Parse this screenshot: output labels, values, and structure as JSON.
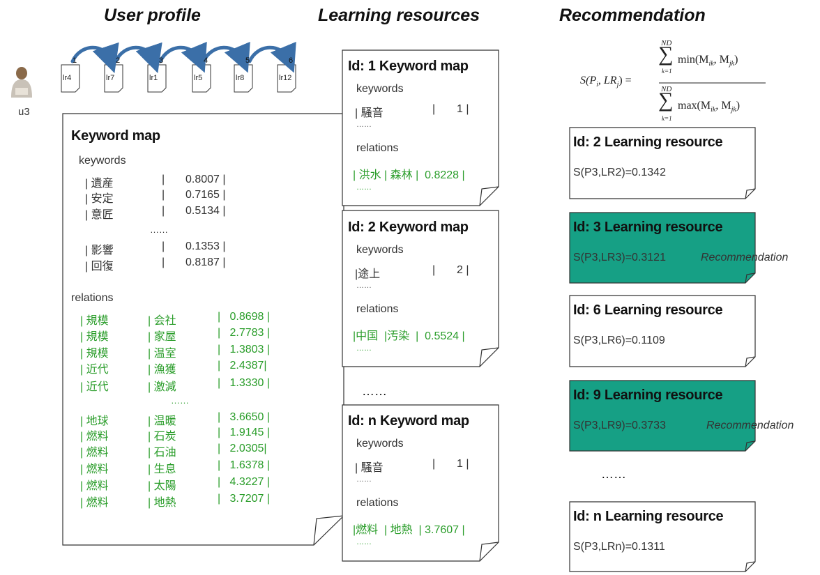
{
  "titles": {
    "user_profile": "User profile",
    "learning_resources": "Learning resources",
    "recommendation": "Recommendation"
  },
  "user": {
    "name": "u3",
    "avatar_icon": "person-icon"
  },
  "sequence": [
    {
      "num": "1",
      "doc": "lr4"
    },
    {
      "num": "2",
      "doc": "lr7"
    },
    {
      "num": "3",
      "doc": "lr1"
    },
    {
      "num": "4",
      "doc": "lr5"
    },
    {
      "num": "5",
      "doc": "lr8"
    },
    {
      "num": "6",
      "doc": "lr12"
    }
  ],
  "profile_map": {
    "title": "Keyword map",
    "keywords_label": "keywords",
    "keywords": [
      {
        "term": "| 遺産",
        "sep": "|",
        "value": "0.8007 |"
      },
      {
        "term": "| 安定",
        "sep": "|",
        "value": "0.7165 |"
      },
      {
        "term": "| 意匠",
        "sep": "|",
        "value": "0.5134 |"
      },
      {
        "term": "| 影響",
        "sep": "|",
        "value": "0.1353 |"
      },
      {
        "term": "| 回復",
        "sep": "|",
        "value": "0.8187 |"
      }
    ],
    "ellipsis": "……",
    "relations_label": "relations",
    "relations": [
      {
        "a": "| 規模",
        "b": "| 会社",
        "value": "|   0.8698 |"
      },
      {
        "a": "| 規模",
        "b": "| 家屋",
        "value": "|   2.7783 |"
      },
      {
        "a": "| 規模",
        "b": "| 温室",
        "value": "|   1.3803 |"
      },
      {
        "a": "| 近代",
        "b": "| 漁獲",
        "value": "|   2.4387|"
      },
      {
        "a": "| 近代",
        "b": "| 激減",
        "value": "|   1.3330 |"
      },
      {
        "a": "| 地球",
        "b": "| 温暖",
        "value": "|   3.6650 |"
      },
      {
        "a": "| 燃料",
        "b": "| 石炭",
        "value": "|   1.9145 |"
      },
      {
        "a": "| 燃料",
        "b": "| 石油",
        "value": "|   2.0305|"
      },
      {
        "a": "| 燃料",
        "b": "| 生息",
        "value": "|   1.6378 |"
      },
      {
        "a": "| 燃料",
        "b": "| 太陽",
        "value": "|   4.3227 |"
      },
      {
        "a": "| 燃料",
        "b": "| 地熱",
        "value": "|   3.7207 |"
      }
    ]
  },
  "resource_maps": [
    {
      "title": "Id: 1 Keyword map",
      "keywords_label": "keywords",
      "keyword": "| 騒音",
      "kw_sep": "|",
      "kw_value": "1 |",
      "ellipsis": "……",
      "relations_label": "relations",
      "relation": "| 洪水 | 森林 |  0.8228 |",
      "ellipsis2": "……"
    },
    {
      "title": "Id: 2 Keyword map",
      "keywords_label": "keywords",
      "keyword": "|途上",
      "kw_sep": "|",
      "kw_value": "2 |",
      "ellipsis": "……",
      "relations_label": "relations",
      "relation": "|中国  |汚染  |  0.5524 |",
      "ellipsis2": "……"
    },
    {
      "title": "Id: n Keyword map",
      "keywords_label": "keywords",
      "keyword": "| 騒音",
      "kw_sep": "|",
      "kw_value": "1 |",
      "ellipsis": "……",
      "relations_label": "relations",
      "relation": "|燃料  | 地熱  | 3.7607 |",
      "ellipsis2": "……"
    }
  ],
  "middle_ellipsis": "……",
  "formula": {
    "lhs": "S(P",
    "lhs_i": "i",
    "lhs_mid": ", LR",
    "lhs_j": "j",
    "lhs_end": ") =",
    "sum_top": "ND",
    "sum_bottom": "k=1",
    "numerator": "min(M",
    "num_ik": "ik",
    "num_mid": ", M",
    "num_jk": "jk",
    "num_end": ")",
    "denominator": "max(M",
    "den_ik": "ik",
    "den_mid": ", M",
    "den_jk": "jk",
    "den_end": ")"
  },
  "recommendations": [
    {
      "title": "Id: 2 Learning resource",
      "score": "S(P3,LR2)=0.1342",
      "highlight": false,
      "label": ""
    },
    {
      "title": "Id: 3 Learning resource",
      "score": "S(P3,LR3)=0.3121",
      "highlight": true,
      "label": "Recommendation"
    },
    {
      "title": "Id: 6 Learning resource",
      "score": "S(P3,LR6)=0.1109",
      "highlight": false,
      "label": ""
    },
    {
      "title": "Id: 9 Learning resource",
      "score": "S(P3,LR9)=0.3733",
      "highlight": true,
      "label": "Recommendation"
    },
    {
      "title": "Id: n Learning resource",
      "score": "S(P3,LRn)=0.1311",
      "highlight": false,
      "label": ""
    }
  ],
  "right_ellipsis": "……",
  "colors": {
    "highlight": "#16a085",
    "relation_text": "#2a9d2a",
    "arrow": "#3b6fa8"
  }
}
